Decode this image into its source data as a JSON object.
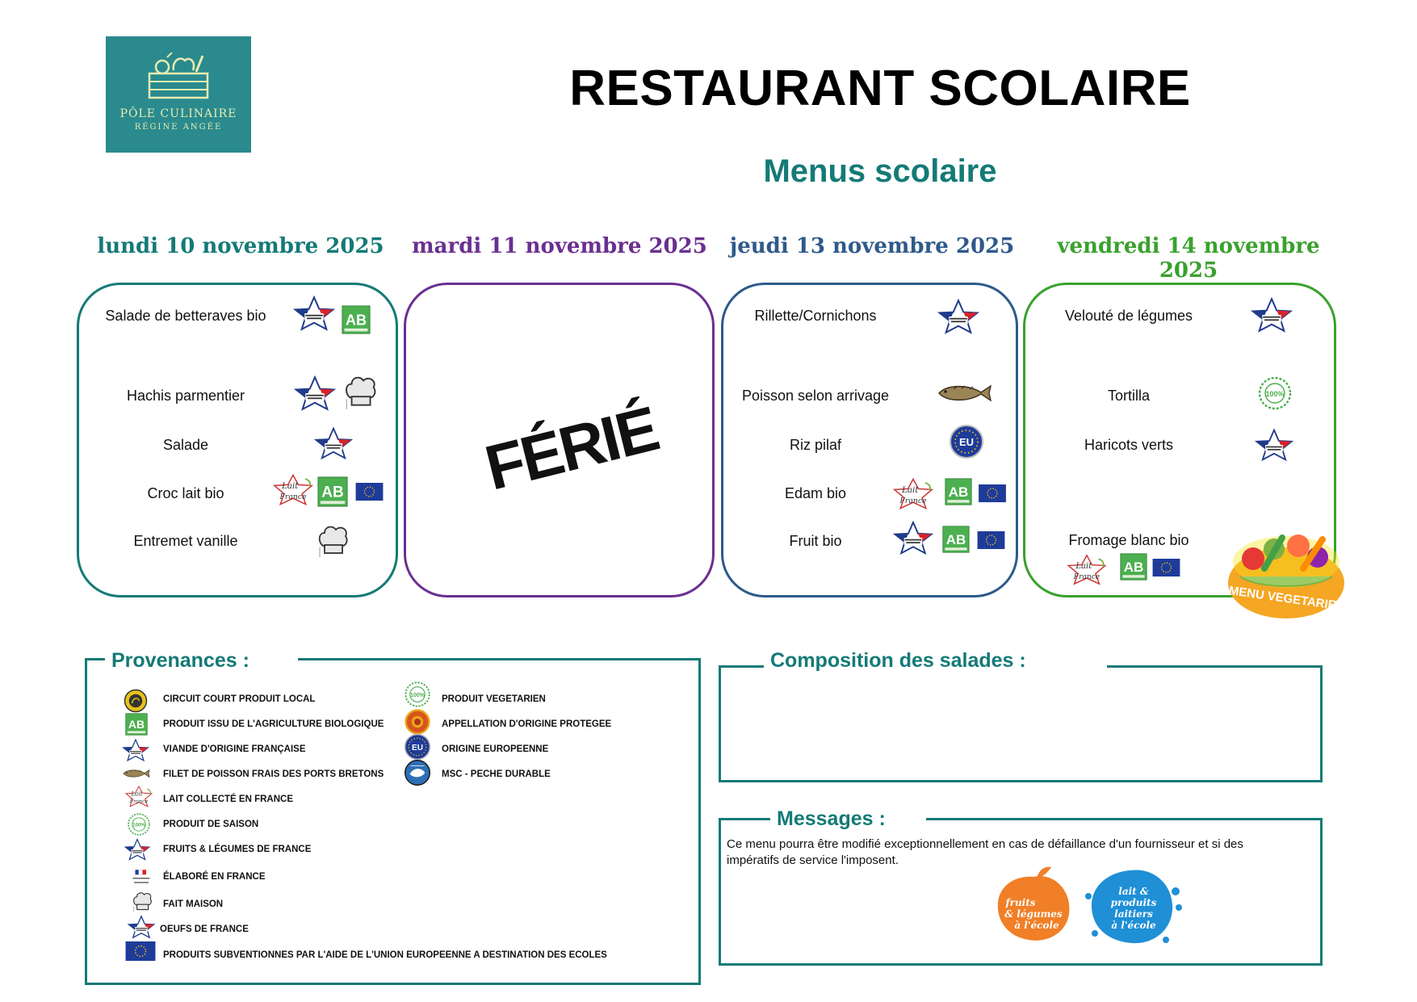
{
  "logo": {
    "title": "PÔLE CULINAIRE",
    "subtitle": "RÉGINE ANGÉE"
  },
  "header": {
    "title": "RESTAURANT SCOLAIRE",
    "subtitle": "Menus scolaire"
  },
  "days": [
    {
      "date": "lundi 10 novembre 2025",
      "color": "#147a76",
      "dishes": [
        "Salade de betteraves bio",
        "Hachis parmentier",
        "Salade",
        "Croc lait bio",
        "Entremet vanille"
      ]
    },
    {
      "date": "mardi 11 novembre 2025",
      "color": "#6b2f8f",
      "holiday": "FÉRIÉ"
    },
    {
      "date": "jeudi 13 novembre 2025",
      "color": "#2f5a8a",
      "dishes": [
        "Rillette/Cornichons",
        "Poisson selon arrivage",
        "Riz pilaf",
        "Edam bio",
        "Fruit bio"
      ]
    },
    {
      "date": "vendredi 14 novembre 2025",
      "color": "#3aa12e",
      "dishes": [
        "Velouté de légumes",
        "Tortilla",
        "Haricots verts",
        "Fromage blanc bio"
      ],
      "badge": "MENU VEGETARIEN"
    }
  ],
  "badges": {
    "ab": "AB",
    "eu": "EU",
    "lait": "Lait",
    "france": "France"
  },
  "provenances": {
    "title": "Provenances :",
    "left": [
      {
        "icon": "local-circuit-icon",
        "label": "CIRCUIT COURT PRODUIT LOCAL"
      },
      {
        "icon": "ab-bio-icon",
        "label": "PRODUIT ISSU DE L'AGRICULTURE BIOLOGIQUE"
      },
      {
        "icon": "viandes-de-france-icon",
        "label": "VIANDE D'ORIGINE FRANÇAISE"
      },
      {
        "icon": "fish-icon",
        "label": "FILET DE POISSON FRAIS DES PORTS BRETONS"
      },
      {
        "icon": "lait-france-icon",
        "label": "LAIT COLLECTÉ EN FRANCE"
      },
      {
        "icon": "saison-icon",
        "label": "PRODUIT DE SAISON"
      },
      {
        "icon": "fruits-legumes-france-icon",
        "label": "FRUITS & LÉGUMES DE FRANCE"
      },
      {
        "icon": "elabore-france-icon",
        "label": "ÉLABORÉ EN FRANCE"
      },
      {
        "icon": "chef-hat-icon",
        "label": "FAIT MAISON"
      },
      {
        "icon": "oeufs-france-icon",
        "label": "OEUFS DE FRANCE"
      },
      {
        "icon": "eu-flag-icon",
        "label": "PRODUITS SUBVENTIONNES PAR L'AIDE DE L'UNION EUROPEENNE A DESTINATION DES ECOLES"
      }
    ],
    "right": [
      {
        "icon": "vegetarien-icon",
        "label": "PRODUIT VEGETARIEN"
      },
      {
        "icon": "aop-icon",
        "label": "APPELLATION D'ORIGINE PROTEGEE"
      },
      {
        "icon": "eu-circle-icon",
        "label": "ORIGINE EUROPEENNE"
      },
      {
        "icon": "msc-icon",
        "label": "MSC - PECHE DURABLE"
      }
    ]
  },
  "salades": {
    "title": "Composition des salades :"
  },
  "messages": {
    "title": "Messages :",
    "text": "Ce menu pourra être modifié exceptionnellement en cas de défaillance d'un fournisseur et si des impératifs de service l'imposent.",
    "logo_fruits": "fruits & légumes à l'école",
    "logo_lait": "lait & produits laitiers à l'école"
  },
  "colors": {
    "teal": "#147a76",
    "purple": "#6b2f8f",
    "blue": "#2f5a8a",
    "green": "#3aa12e"
  }
}
